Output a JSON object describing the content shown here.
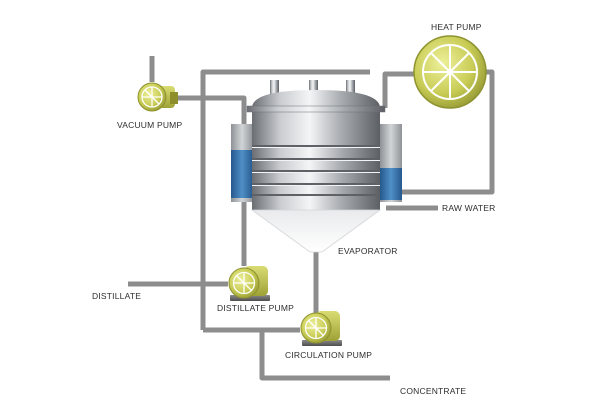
{
  "labels": {
    "heat_pump": "HEAT PUMP",
    "vacuum_pump": "VACUUM PUMP",
    "raw_water": "RAW WATER",
    "evaporator": "EVAPORATOR",
    "distillate": "DISTILLATE",
    "distillate_pump": "DISTILLATE PUMP",
    "circulation_pump": "CIRCULATION PUMP",
    "concentrate": "CONCENTRATE"
  },
  "colors": {
    "pipe": "#8d8d8d",
    "pump_body": "#c8cc55",
    "pump_base": "#6f6f6f",
    "liquid": "#2f6fa8",
    "steel": "#b9bcc0"
  }
}
